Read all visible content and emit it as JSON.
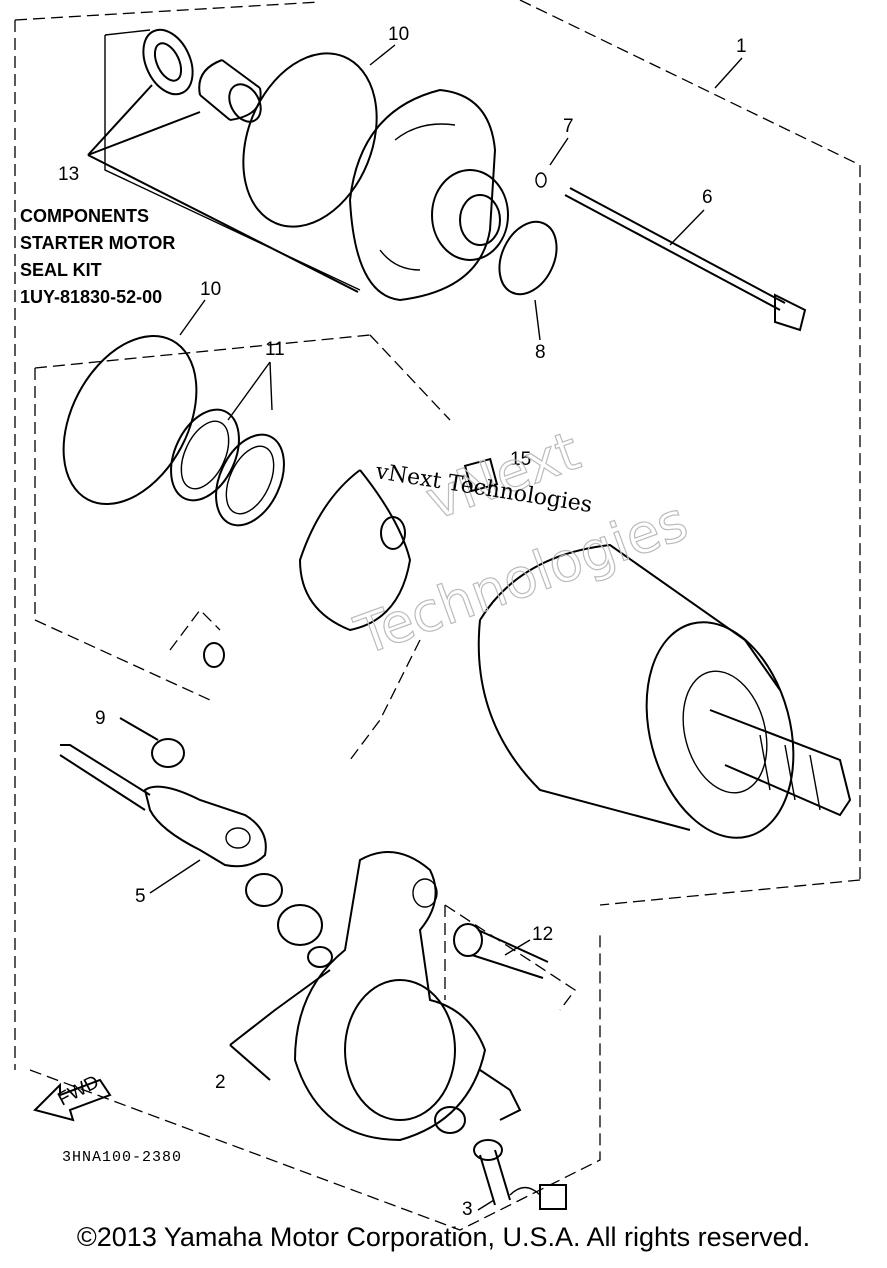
{
  "kit_label": {
    "line1": "COMPONENTS",
    "line2": "STARTER MOTOR",
    "line3": "SEAL KIT",
    "line4": "1UY-81830-52-00"
  },
  "part_numbers": {
    "p1": "1",
    "p2": "2",
    "p3": "3",
    "p5": "5",
    "p6": "6",
    "p7": "7",
    "p8": "8",
    "p9": "9",
    "p10a": "10",
    "p10b": "10",
    "p11": "11",
    "p12": "12",
    "p13": "13",
    "p15": "15"
  },
  "direction_label": "FWD",
  "diagram_code": "3HNA100-2380",
  "watermark": {
    "line": "vNext Technologies",
    "big_top": "vNext",
    "big_bottom": "Technologies"
  },
  "copyright": "©2013 Yamaha Motor Corporation, U.S.A. All rights reserved."
}
